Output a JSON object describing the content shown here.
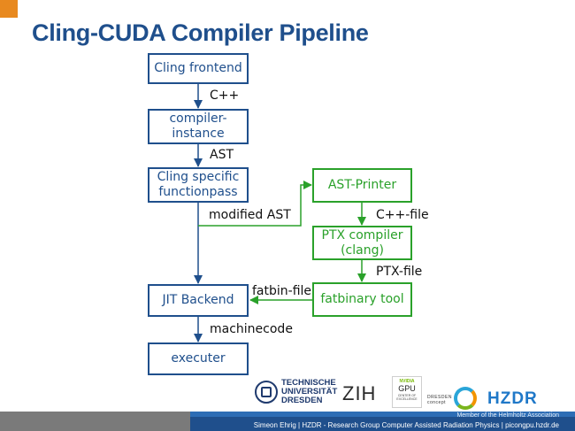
{
  "title": "Cling-CUDA Compiler Pipeline",
  "nodes": {
    "cling_frontend": "Cling frontend",
    "compiler_instance": "compiler-\ninstance",
    "cling_functionpass": "Cling specific\nfunctionpass",
    "jit_backend": "JIT Backend",
    "executer": "executer",
    "ast_printer": "AST-Printer",
    "ptx_compiler": "PTX compiler\n(clang)",
    "fatbinary_tool": "fatbinary tool"
  },
  "edges": {
    "cpp": "C++",
    "ast": "AST",
    "modified_ast": "modified AST",
    "cpp_file": "C++-file",
    "ptx_file": "PTX-file",
    "fatbin_file": "fatbin-file",
    "machinecode": "machinecode"
  },
  "logos": {
    "tud": "TECHNISCHE\nUNIVERSITÄT\nDRESDEN",
    "zih": "ZIH",
    "nvidia": "NVIDIA",
    "gpu": "GPU",
    "gpu_sub": "CENTER OF\nEXCELLENCE",
    "dresden_concept": "DRESDEN\nconcept",
    "hzdr": "HZDR"
  },
  "footer": {
    "member": "Member of the Helmholtz Association",
    "credit": "Simeon Ehrig | HZDR - Research Group Computer Assisted Radiation Physics | picongpu.hzdr.de"
  },
  "colors": {
    "blue": "#1f4f8c",
    "green": "#2aa12a",
    "accent": "#e8891f"
  }
}
